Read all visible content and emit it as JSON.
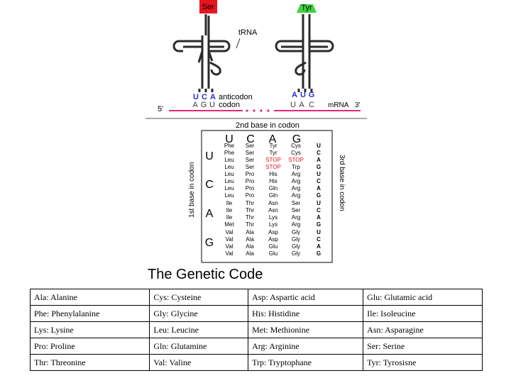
{
  "trna": {
    "left_amino_acid": "Ser",
    "right_amino_acid": "Tyr",
    "label": "tRNA",
    "left_anticodon": [
      "U",
      "C",
      "A"
    ],
    "right_anticodon": [
      "A",
      "U",
      "G"
    ],
    "anticodon_label": "anticodon",
    "left_codon": [
      "A",
      "G",
      "U"
    ],
    "right_codon": [
      "U",
      "A",
      "C"
    ],
    "codon_label": "codon",
    "mrna_5": "5'",
    "mrna_label": "mRNA",
    "mrna_3": "3'",
    "colors": {
      "ser": "#e8141e",
      "tyr": "#3fd43f",
      "anticodon": "#2a2ad4",
      "codon": "#3a3a3a",
      "mrna": "#e0287a"
    }
  },
  "code_table": {
    "second_base_title": "2nd base in codon",
    "first_base_title": "1st base in codon",
    "third_base_title": "3rd base in codon",
    "bases": [
      "U",
      "C",
      "A",
      "G"
    ],
    "third_bases": [
      "U",
      "C",
      "A",
      "G"
    ],
    "cells": [
      [
        [
          "Phe",
          "Phe",
          "Leu",
          "Leu"
        ],
        [
          "Ser",
          "Ser",
          "Ser",
          "Ser"
        ],
        [
          "Tyr",
          "Tyr",
          "STOP",
          "STOP"
        ],
        [
          "Cys",
          "Cys",
          "STOP",
          "Trp"
        ]
      ],
      [
        [
          "Leu",
          "Leu",
          "Leu",
          "Leu"
        ],
        [
          "Pro",
          "Pro",
          "Pro",
          "Pro"
        ],
        [
          "His",
          "His",
          "Gln",
          "Gln"
        ],
        [
          "Arg",
          "Arg",
          "Arg",
          "Arg"
        ]
      ],
      [
        [
          "Ile",
          "Ile",
          "Ile",
          "Met"
        ],
        [
          "Thr",
          "Thr",
          "Thr",
          "Thr"
        ],
        [
          "Asn",
          "Asn",
          "Lys",
          "Lys"
        ],
        [
          "Ser",
          "Ser",
          "Arg",
          "Arg"
        ]
      ],
      [
        [
          "Val",
          "Val",
          "Val",
          "Val"
        ],
        [
          "Ala",
          "Ala",
          "Ala",
          "Ala"
        ],
        [
          "Asp",
          "Asp",
          "Glu",
          "Glu"
        ],
        [
          "Gly",
          "Gly",
          "Gly",
          "Gly"
        ]
      ]
    ],
    "stop_color": "#e8141e"
  },
  "title": "The Genetic Code",
  "glossary": [
    [
      "Ala: Alanine",
      "Cys: Cysteine",
      "Asp: Aspartic acid",
      "Glu: Glutamic acid"
    ],
    [
      "Phe: Phenylalanine",
      "Gly: Glycine",
      "His: Histidine",
      "Ile: Isoleucine"
    ],
    [
      "Lys: Lysine",
      "Leu: Leucine",
      "Met: Methionine",
      "Asn: Asparagine"
    ],
    [
      "Pro: Proline",
      "Gln: Glutamine",
      "Arg: Arginine",
      "Ser: Serine"
    ],
    [
      "Thr: Threonine",
      "Val: Valine",
      "Trp: Tryptophane",
      "Tyr: Tyrosisne"
    ]
  ]
}
